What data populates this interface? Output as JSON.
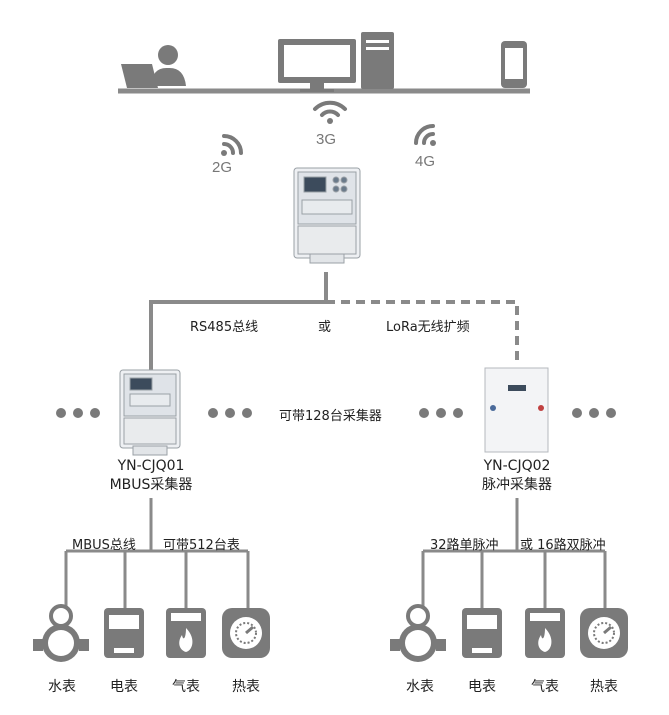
{
  "network": {
    "labels": [
      "2G",
      "3G",
      "4G"
    ]
  },
  "links": {
    "rs485": "RS485总线",
    "or": "或",
    "lora": "LoRa无线扩频"
  },
  "middle": {
    "capacity": "可带128台采集器"
  },
  "collectors": [
    {
      "model": "YN-CJQ01",
      "type": "MBUS采集器",
      "bus_label": "MBUS总线",
      "bus_capacity": "可带512台表"
    },
    {
      "model": "YN-CJQ02",
      "type": "脉冲采集器",
      "bus_label": "32路单脉冲",
      "bus_capacity": "或 16路双脉冲"
    }
  ],
  "meters_left": [
    "水表",
    "电表",
    "气表",
    "热表"
  ],
  "meters_right": [
    "水表",
    "电表",
    "气表",
    "热表"
  ],
  "colors": {
    "line": "#8a8a8a",
    "icon": "#7a7a7a",
    "text": "#222222"
  }
}
